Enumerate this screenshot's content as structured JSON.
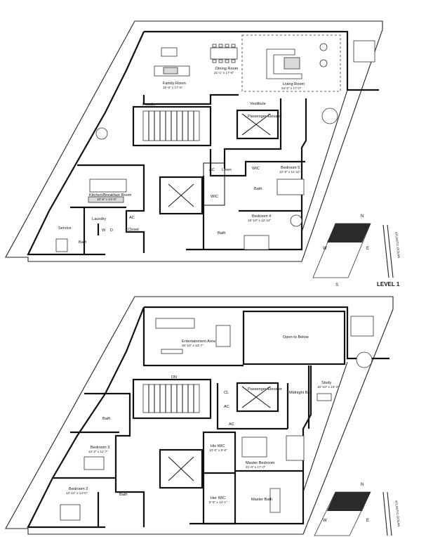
{
  "level1": {
    "rooms": [
      {
        "key": "family",
        "name": "Family Room",
        "dim": "15'-6\" x 17'-6\""
      },
      {
        "key": "dining",
        "name": "Dining Room",
        "dim": "21'-1\" x 17'-6\""
      },
      {
        "key": "living",
        "name": "Living Room",
        "dim": "24'-0\" x 17'-0\""
      },
      {
        "key": "powder",
        "name": "Powder",
        "dim": ""
      },
      {
        "key": "vestibule",
        "name": "Vestibule",
        "dim": ""
      },
      {
        "key": "elevator",
        "name": "Passenger Elevator",
        "dim": ""
      },
      {
        "key": "kitchen",
        "name": "Kitchen/Breakfast Room",
        "dim": "19'-8\" x 13'-8\""
      },
      {
        "key": "laundry",
        "name": "Laundry",
        "dim": ""
      },
      {
        "key": "service",
        "name": "Service",
        "dim": ""
      },
      {
        "key": "bath_service",
        "name": "Bath",
        "dim": ""
      },
      {
        "key": "closet",
        "name": "Closet",
        "dim": ""
      },
      {
        "key": "ac",
        "name": "AC",
        "dim": ""
      },
      {
        "key": "ac2",
        "name": "AC",
        "dim": ""
      },
      {
        "key": "linen",
        "name": "Linen",
        "dim": ""
      },
      {
        "key": "wic",
        "name": "WIC",
        "dim": ""
      },
      {
        "key": "wic5",
        "name": "WIC",
        "dim": ""
      },
      {
        "key": "bed5",
        "name": "Bedroom 5",
        "dim": "12'-6\" x 11'-11\""
      },
      {
        "key": "bath5",
        "name": "Bath",
        "dim": ""
      },
      {
        "key": "bed4",
        "name": "Bedroom 4",
        "dim": "16'-10\" x 12'-11\""
      },
      {
        "key": "bath4",
        "name": "Bath",
        "dim": ""
      },
      {
        "key": "w",
        "name": "W",
        "dim": ""
      },
      {
        "key": "d",
        "name": "D",
        "dim": ""
      }
    ],
    "level_label": "LEVEL 1"
  },
  "level2": {
    "rooms": [
      {
        "key": "entertainment",
        "name": "Entertainment Area",
        "dim": "30'-10\" x 13'-7\""
      },
      {
        "key": "open",
        "name": "Open to Below",
        "dim": ""
      },
      {
        "key": "study",
        "name": "Study",
        "dim": "16'-10\" x 13'-3\""
      },
      {
        "key": "dn",
        "name": "DN",
        "dim": ""
      },
      {
        "key": "elevator",
        "name": "Passenger Elevator",
        "dim": ""
      },
      {
        "key": "midnight",
        "name": "Midnight Bar",
        "dim": ""
      },
      {
        "key": "cl",
        "name": "CL",
        "dim": ""
      },
      {
        "key": "ac",
        "name": "AC",
        "dim": ""
      },
      {
        "key": "ac2",
        "name": "AC",
        "dim": ""
      },
      {
        "key": "bath3",
        "name": "Bath",
        "dim": ""
      },
      {
        "key": "bed3",
        "name": "Bedroom 3",
        "dim": "12'-2\" x 11'-7\""
      },
      {
        "key": "hiswic",
        "name": "His WIC",
        "dim": "10'-0\" x 9'-6\""
      },
      {
        "key": "master",
        "name": "Master Bedroom",
        "dim": "21'-0\" x 17'-0\""
      },
      {
        "key": "herwic",
        "name": "Her WIC",
        "dim": "8'-6\" x 14'-1\""
      },
      {
        "key": "masterbath",
        "name": "Master Bath",
        "dim": ""
      },
      {
        "key": "bed2",
        "name": "Bedroom 2",
        "dim": "12'-11\" x 14'-0\""
      },
      {
        "key": "bath2",
        "name": "Bath",
        "dim": ""
      }
    ]
  },
  "compass": {
    "n": "N",
    "s": "S",
    "e": "E",
    "w": "W"
  },
  "ocean_label": "ATLANTIC OCEAN"
}
